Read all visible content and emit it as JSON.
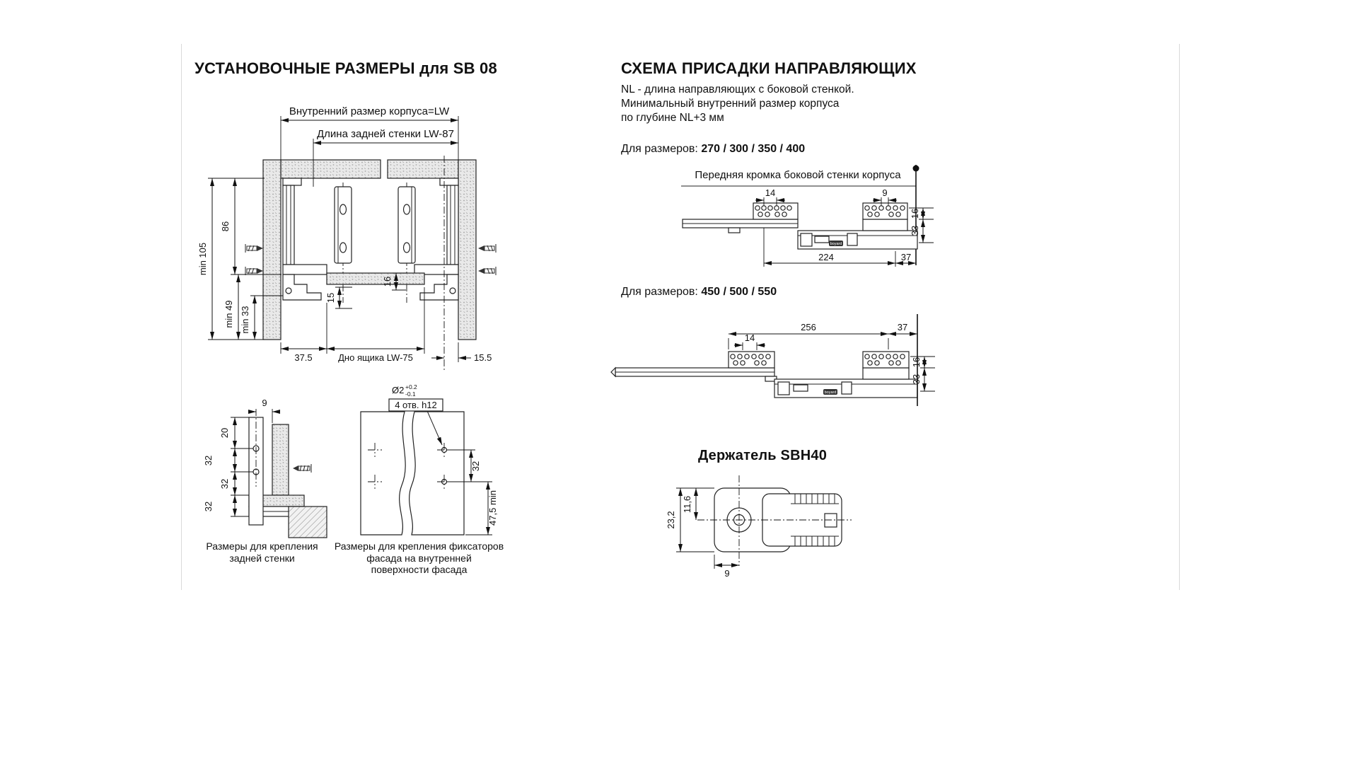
{
  "install": {
    "title": "УСТАНОВОЧНЫЕ РАЗМЕРЫ для SB 08",
    "main": {
      "dim_lw": "Внутренний размер корпуса=LW",
      "dim_back": "Длина задней стенки  LW-87",
      "dim_min105": "min 105",
      "dim_86": "86",
      "dim_min49": "min 49",
      "dim_min33": "min 33",
      "dim_37_5": "37.5",
      "dim_15": "15",
      "dim_16": "16",
      "dim_bottom": "Дно ящика  LW-75",
      "dim_15_5": "15.5"
    },
    "backwall": {
      "dim_9": "9",
      "dim_20": "20",
      "dim_32a": "32",
      "dim_32b": "32",
      "dim_32c": "32",
      "caption_line1": "Размеры  для крепления",
      "caption_line2": "задней стенки"
    },
    "facade": {
      "dim_dia": "Ø2",
      "tol_plus": "+0.2",
      "tol_minus": "-0.1",
      "holes_note": "4 отв. h12",
      "dim_32": "32",
      "dim_47_5": "47,5 min",
      "caption_line1": "Размеры для крепления фиксаторов",
      "caption_line2": "фасада на внутренней",
      "caption_line3": "поверхности фасада"
    }
  },
  "drilling": {
    "title": "СХЕМА ПРИСАДКИ НАПРАВЛЯЮЩИХ",
    "note_line1": "NL - длина направляющих с боковой стенкой.",
    "note_line2": "Минимальный внутренний размер корпуса",
    "note_line3": "по глубине NL+3 мм",
    "group1_label": "Для размеров:",
    "group1_sizes": "270 / 300 / 350 / 400",
    "front_edge_label": "Передняя кромка боковой стенки корпуса",
    "scheme1": {
      "dim_14": "14",
      "dim_9": "9",
      "dim_224": "224",
      "dim_37": "37",
      "dim_16": "16",
      "dim_33": "33"
    },
    "group2_label": "Для размеров:",
    "group2_sizes": "450 / 500 / 550",
    "scheme2": {
      "dim_256": "256",
      "dim_37": "37",
      "dim_14": "14",
      "dim_16": "16",
      "dim_33": "33"
    },
    "brand_mark": "boyard"
  },
  "holder": {
    "title": "Держатель SBH40",
    "dim_23_2": "23,2",
    "dim_11_6": "11,6",
    "dim_9": "9"
  }
}
